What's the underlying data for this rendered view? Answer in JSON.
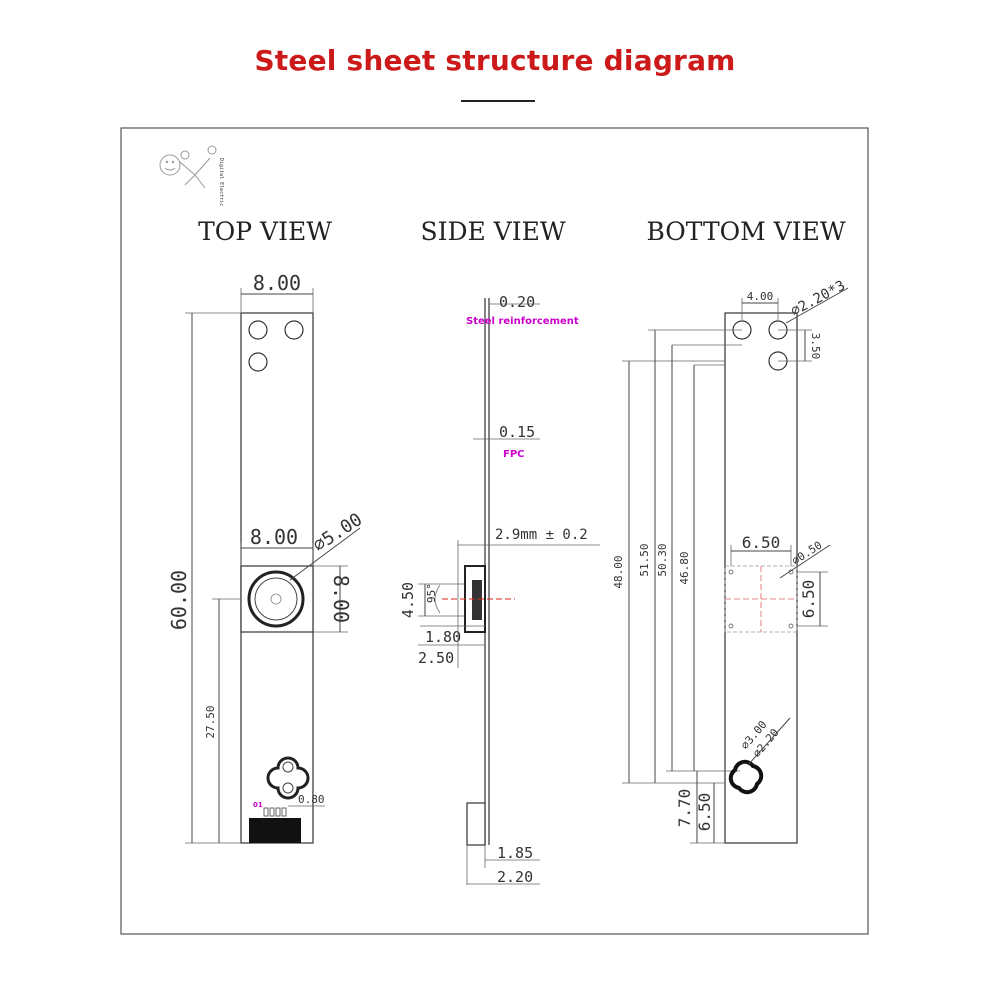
{
  "header": {
    "title": "Steel sheet structure diagram"
  },
  "logo": {
    "text": "Digital Electric"
  },
  "views": {
    "top": {
      "title": "TOP VIEW",
      "dims": {
        "width_top": "8.00",
        "length": "60.00",
        "lens_width": "8.00",
        "lens_diam": "⌀5.00",
        "lens_height": "8.00",
        "lens_pos": "27.50",
        "pin_label": "01",
        "pin_pitch": "0.80"
      }
    },
    "side": {
      "title": "SIDE VIEW",
      "dims": {
        "steel_thk": "0.20",
        "steel_label": "Steel reinforcement",
        "fpc_thk": "0.15",
        "fpc_label": "FPC",
        "module_height": "2.9mm ± 0.2",
        "lens_h": "4.50",
        "angle": "95°",
        "step1": "1.80",
        "step2": "2.50",
        "conn1": "1.85",
        "conn2": "2.20"
      }
    },
    "bottom": {
      "title": "BOTTOM VIEW",
      "dims": {
        "hole_pitch": "4.00",
        "hole_diam": "⌀2.20*3",
        "hole_offset": "3.50",
        "d1": "48.00",
        "d2": "51.50",
        "d3": "50.30",
        "d4": "46.80",
        "pad_w": "6.50",
        "pad_diam": "⌀0.50",
        "pad_h": "6.50",
        "slot_a": "⌀3.00",
        "slot_b": "⌀2.20",
        "bot1": "7.70",
        "bot2": "6.50"
      }
    }
  }
}
